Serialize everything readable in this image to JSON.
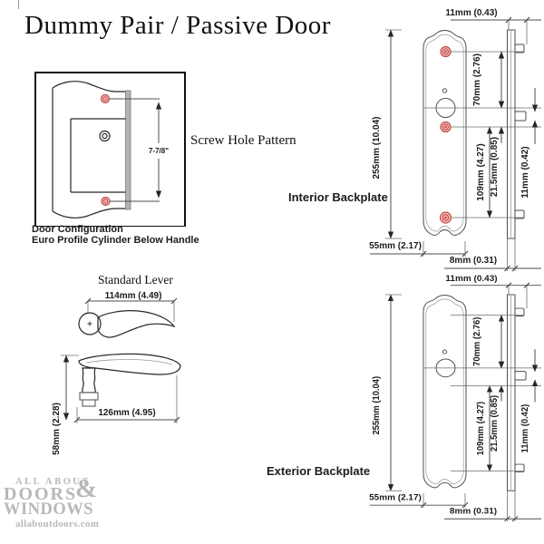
{
  "title": "Dummy Pair / Passive Door",
  "door_configuration": {
    "caption_line1": "Door Configuration",
    "caption_line2": "Euro Profile Cylinder Below Handle",
    "screw_hole_pattern_label": "Screw Hole Pattern",
    "screw_spacing": "7-7/8\""
  },
  "lever": {
    "title": "Standard Lever",
    "top_length": "114mm (4.49)",
    "side_length": "126mm (4.95)",
    "height": "58mm (2.28)"
  },
  "backplate_dims": {
    "top_width": "11mm (0.43)",
    "screw_to_cylinder": "70mm (2.76)",
    "overall_height": "255mm (10.04)",
    "screw_spacing": "109mm (4.27)",
    "cylinder_offset": "21.5mm (0.85)",
    "lug_height": "11mm (0.42)",
    "plate_width": "55mm (2.17)",
    "side_depth": "8mm (0.31)"
  },
  "interior": {
    "caption": "Interior Backplate"
  },
  "exterior": {
    "caption": "Exterior Backplate"
  },
  "logo": {
    "line1": "ALL ABOUT",
    "line2": "DOORS",
    "amp": "&",
    "line3": "WINDOWS",
    "url": "allaboutdoors.com"
  },
  "colors": {
    "screw_red": "#c0504d",
    "screw_fill": "#f4b0ac",
    "line": "#4d4d4d",
    "logo_gray": "#b8b8b8"
  }
}
